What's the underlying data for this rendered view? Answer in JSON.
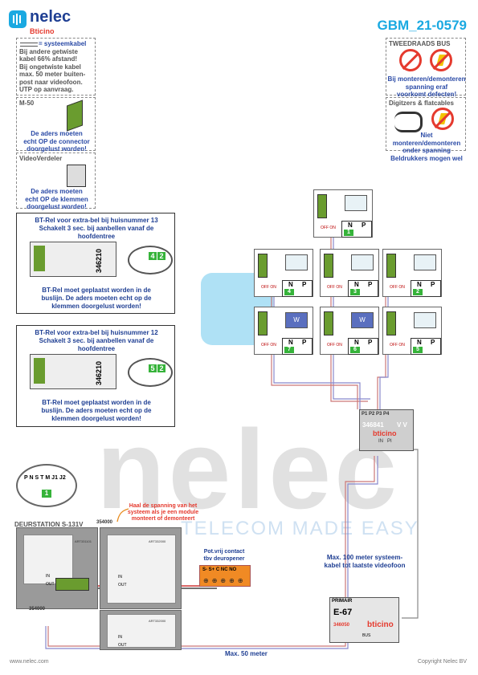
{
  "header": {
    "brand": "nelec",
    "brand_sub": "Bticino",
    "doc_id": "GBM_21-0579",
    "colors": {
      "accent": "#1aa9e1",
      "brand_blue": "#1f3f93",
      "warning": "#e53a2e",
      "terminal_green": "#6a9c2f"
    }
  },
  "left_notes": {
    "cable": {
      "lines": [
        "= systeemkabel",
        "Bij andere getwiste",
        "kabel 66% afstand!",
        "Bij ongetwiste kabel",
        "max. 50 meter buiten-",
        "post naar videofoon.",
        "UTP op aanvraag."
      ]
    },
    "m50": {
      "title": "M-50",
      "lines": [
        "De aders moeten",
        "echt OP de connector",
        "doorgelust worden!"
      ]
    },
    "videoverdeler": {
      "title": "VideoVerdeler",
      "lines": [
        "De aders moeten",
        "echt OP de klemmen",
        "doorgelust worden!"
      ]
    }
  },
  "right_notes": {
    "tweedraads": {
      "title": "TWEEDRAADS BUS",
      "lines": [
        "Bij monteren/demonteren",
        "spanning eraf",
        "voorkomt defecten!"
      ]
    },
    "digitizers": {
      "title": "Digitzers & flatcables",
      "lines": [
        "Niet monteren/demonteren",
        "onder spanning",
        "Beldrukkers mogen wel"
      ]
    }
  },
  "relay_boxes": [
    {
      "title": [
        "BT-Rel voor extra-bel bij huisnummer 13",
        "Schakelt 3 sec. bij aanbellen vanaf de",
        "hoofdentree"
      ],
      "module_code": "346210",
      "module_num": "4",
      "module_num2": "2",
      "footer": [
        "BT-Rel moet geplaatst worden in de",
        "buslijn. De aders moeten echt op de",
        "klemmen doorgelust worden!"
      ]
    },
    {
      "title": [
        "BT-Rel voor extra-bel bij huisnummer 12",
        "Schakelt 3 sec. bij aanbellen vanaf de",
        "hoofdentree"
      ],
      "module_code": "346210",
      "module_num": "5",
      "module_num2": "2",
      "footer": [
        "BT-Rel moet geplaatst worden in de",
        "buslijn. De aders moeten echt op de",
        "klemmen doorgelust worden!"
      ]
    }
  ],
  "units": [
    {
      "n": "1",
      "np": [
        "N",
        "P"
      ],
      "w": false
    },
    {
      "n": "4",
      "np": [
        "N",
        "P"
      ],
      "w": false
    },
    {
      "n": "3",
      "np": [
        "N",
        "P"
      ],
      "w": false
    },
    {
      "n": "2",
      "np": [
        "N",
        "P"
      ],
      "w": false
    },
    {
      "n": "7",
      "np": [
        "N",
        "P"
      ],
      "w": true
    },
    {
      "n": "6",
      "np": [
        "N",
        "P"
      ],
      "w": true
    },
    {
      "n": "5",
      "np": [
        "N",
        "P"
      ],
      "w": false
    }
  ],
  "offon": "OFF ON",
  "w_label": "W",
  "distributor": {
    "ports": [
      "P1",
      "P2",
      "P3",
      "P4"
    ],
    "code": "346841",
    "vv": "V V",
    "brand": "bticino",
    "in_label": "IN",
    "pi_label": "PI"
  },
  "door_station": {
    "title": "DEURSTATION S-131V",
    "code_top": "354000",
    "code_bottom": "354000",
    "terminal_labels": [
      "P",
      "N",
      "S",
      "T",
      "M",
      "J1",
      "J2"
    ],
    "terminal_num": "1",
    "module_code": "ART331101",
    "module_code2": "ART332000",
    "in": "IN",
    "out": "OUT"
  },
  "warning_note": [
    "Haal de spanning van het",
    "systeem als je een module",
    "monteert of demonteert"
  ],
  "contact": {
    "title": [
      "Pot.vrij contact",
      "tbv deuropener"
    ],
    "terminals": [
      "S-",
      "S+",
      "C",
      "NC",
      "NO"
    ]
  },
  "max100": [
    "Max. 100 meter systeem-",
    "kabel tot laatste videofoon"
  ],
  "power_supply": {
    "label": "PRIMAIR",
    "model": "E-67",
    "code": "346050",
    "brand": "bticino",
    "secondary": "BUS"
  },
  "max50": "Max. 50 meter",
  "watermark": {
    "word": "nelec",
    "tagline": "TELECOM MADE EASY"
  },
  "footer": {
    "left": "www.nelec.com",
    "right": "Copyright Nelec BV"
  }
}
